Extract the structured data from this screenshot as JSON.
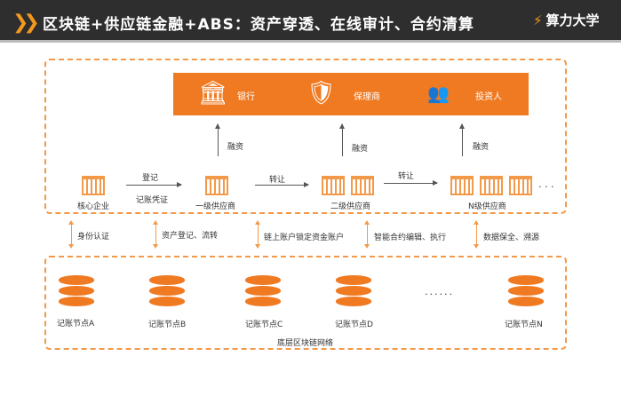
{
  "header": {
    "title": "区块链+供应链金融+ABS：资产穿透、在线审计、合约清算",
    "logo": "算力大学"
  },
  "banner": {
    "items": [
      {
        "icon": "bank-icon",
        "label": "银行"
      },
      {
        "icon": "factor-icon",
        "label": "保理商"
      },
      {
        "icon": "investors-icon",
        "label": "投资人"
      }
    ]
  },
  "financing_label": "融资",
  "flow": {
    "register": "登记",
    "voucher": "记账凭证",
    "transfer": "转让",
    "ellipsis": "· · ·"
  },
  "entities": [
    "核心企业",
    "一级供应商",
    "二级供应商",
    "N级供应商"
  ],
  "services": [
    "身份认证",
    "资产登记、流转",
    "链上账户锁定资金账户",
    "智能合约编辑、执行",
    "数据保全、溯源"
  ],
  "nodes": [
    "记账节点A",
    "记账节点B",
    "记账节点C",
    "记账节点D",
    "记账节点N"
  ],
  "nodes_ellipsis": "......",
  "network_label": "底层区块链网络"
}
